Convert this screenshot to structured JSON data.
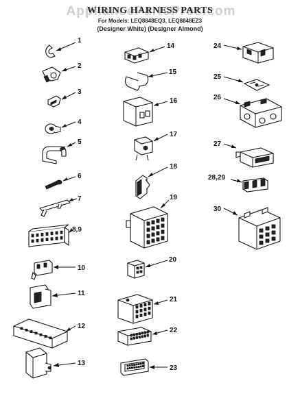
{
  "header": {
    "watermark": "AppliancePartsPros.com",
    "title": "WIRING HARNESS PARTS",
    "subtitle": "For Models: LEQ8848EQ3, LEQ8848EZ3",
    "variants": "(Designer White) (Designer Almond)"
  },
  "parts": [
    {
      "number": "1"
    },
    {
      "number": "2"
    },
    {
      "number": "3"
    },
    {
      "number": "4"
    },
    {
      "number": "5"
    },
    {
      "number": "6"
    },
    {
      "number": "7"
    },
    {
      "number": "8,9"
    },
    {
      "number": "10"
    },
    {
      "number": "11"
    },
    {
      "number": "12"
    },
    {
      "number": "13"
    },
    {
      "number": "14"
    },
    {
      "number": "15"
    },
    {
      "number": "16"
    },
    {
      "number": "17"
    },
    {
      "number": "18"
    },
    {
      "number": "19"
    },
    {
      "number": "20"
    },
    {
      "number": "21"
    },
    {
      "number": "22"
    },
    {
      "number": "23"
    },
    {
      "number": "24"
    },
    {
      "number": "25"
    },
    {
      "number": "26"
    },
    {
      "number": "27"
    },
    {
      "number": "28,29"
    },
    {
      "number": "30"
    }
  ]
}
